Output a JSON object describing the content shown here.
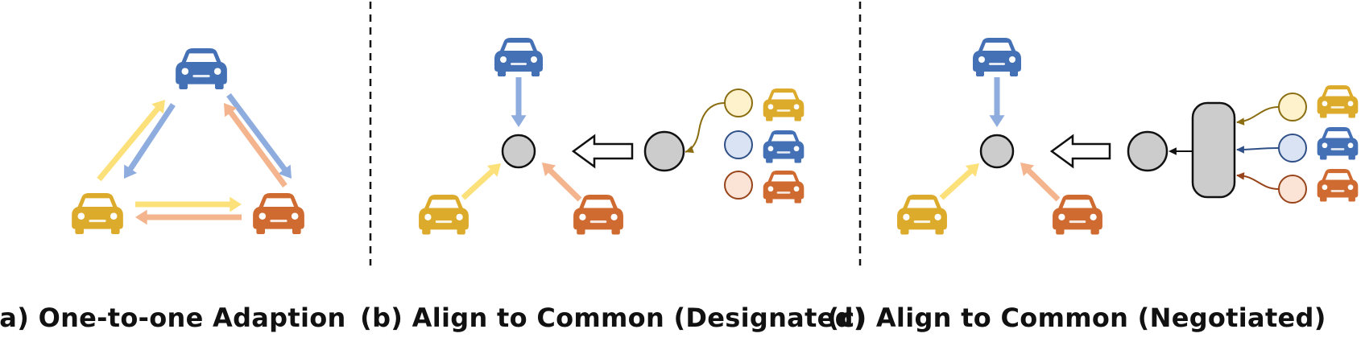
{
  "colors": {
    "blue": "#4470b5",
    "blue_light": "#8facdf",
    "yellow": "#ddab2c",
    "yellow_light": "#fce07a",
    "orange": "#cf6a31",
    "orange_light": "#f3b48e",
    "node_gray": "#cccccc",
    "circle_yellow_fill": "#fdf2cc",
    "circle_yellow_stroke": "#8a6d10",
    "circle_blue_fill": "#dae3f3",
    "circle_blue_stroke": "#2f4f87",
    "circle_orange_fill": "#fbe3d5",
    "circle_orange_stroke": "#98441a"
  },
  "panels": [
    {
      "id": "a",
      "caption": "(a) One-to-one Adaption"
    },
    {
      "id": "b",
      "caption": "(b) Align to Common (Designated)"
    },
    {
      "id": "c",
      "caption": "(c) Align to Common (Negotiated)"
    }
  ],
  "icons": {
    "car": "car-icon",
    "node": "common-space-node",
    "protocol": "negotiator-block"
  }
}
